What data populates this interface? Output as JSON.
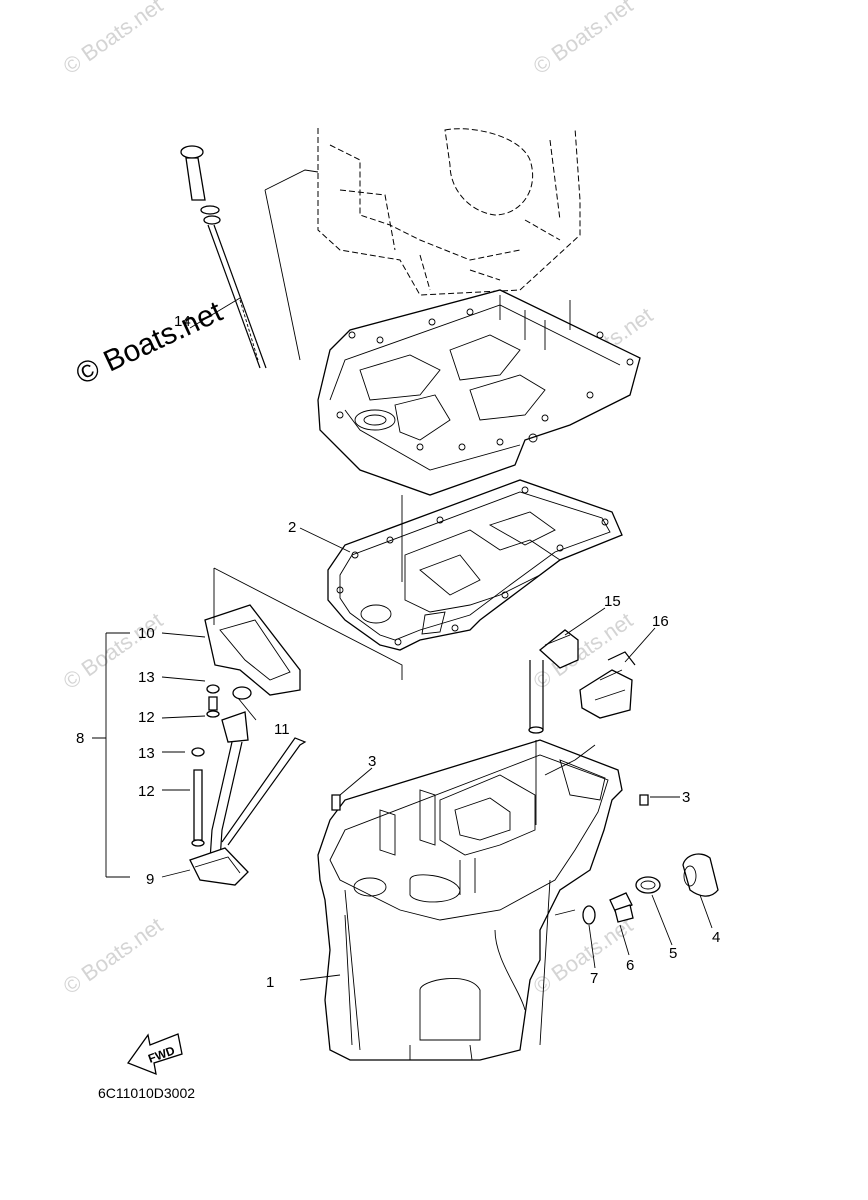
{
  "watermark": "© Boats.net",
  "diagram_code": "6C11010D3002",
  "fwd_label": "FWD",
  "callouts": {
    "p1": "1",
    "p2": "2",
    "p3a": "3",
    "p3b": "3",
    "p4": "4",
    "p5": "5",
    "p6": "6",
    "p7": "7",
    "p8": "8",
    "p9": "9",
    "p10": "10",
    "p11": "11",
    "p12a": "12",
    "p12b": "12",
    "p13a": "13",
    "p13b": "13",
    "p14": "14",
    "p15": "15",
    "p16": "16"
  }
}
